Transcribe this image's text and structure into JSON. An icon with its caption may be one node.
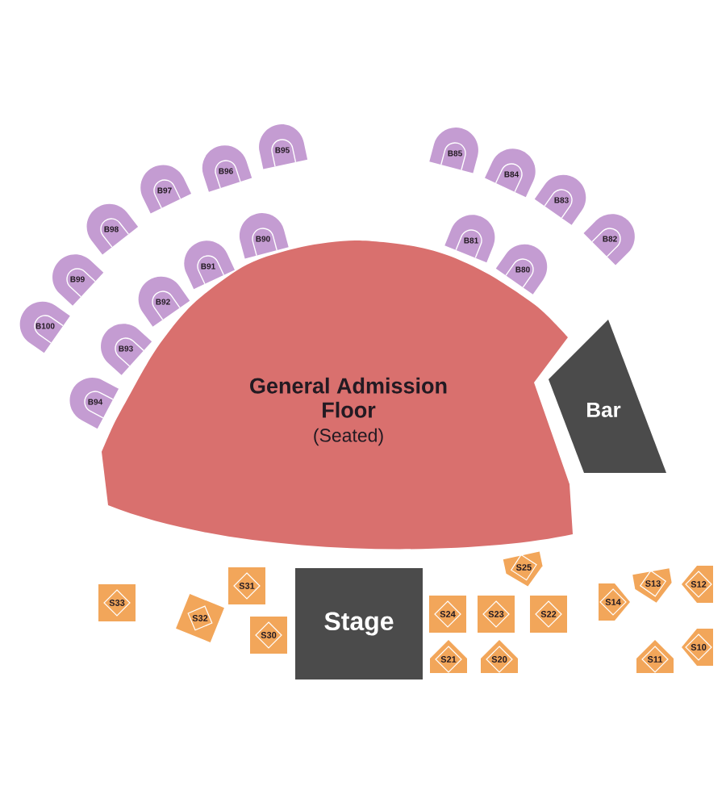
{
  "diagram": {
    "nodes": [
      {
        "text": [
          "B100"
        ]
      },
      {
        "text": [
          "B99"
        ]
      },
      {
        "text": [
          "B98"
        ]
      },
      {
        "text": [
          "B97"
        ]
      },
      {
        "text": [
          "B96"
        ]
      },
      {
        "text": [
          "B95"
        ]
      },
      {
        "text": [
          "B94"
        ]
      },
      {
        "text": [
          "B93"
        ]
      },
      {
        "text": [
          "B92"
        ]
      },
      {
        "text": [
          "B91"
        ]
      },
      {
        "text": [
          "B90"
        ]
      },
      {
        "text": [
          "B85"
        ]
      },
      {
        "text": [
          "B84"
        ]
      },
      {
        "text": [
          "B83"
        ]
      },
      {
        "text": [
          "B82"
        ]
      },
      {
        "text": [
          "B81"
        ]
      },
      {
        "text": [
          "B80"
        ]
      },
      {
        "text": [
          "General Admission Floor",
          "(Seated)"
        ]
      },
      {
        "text": [
          "Bar"
        ]
      },
      {
        "text": [
          "Stage"
        ]
      },
      {
        "text": [
          "S33"
        ]
      },
      {
        "text": [
          "S32"
        ]
      },
      {
        "text": [
          "S31"
        ]
      },
      {
        "text": [
          "S30"
        ]
      },
      {
        "text": [
          "S25"
        ]
      },
      {
        "text": [
          "S24"
        ]
      },
      {
        "text": [
          "S23"
        ]
      },
      {
        "text": [
          "S22"
        ]
      },
      {
        "text": [
          "S21"
        ]
      },
      {
        "text": [
          "S20"
        ]
      },
      {
        "text": [
          "S14"
        ]
      },
      {
        "text": [
          "S13"
        ]
      },
      {
        "text": [
          "S12"
        ]
      },
      {
        "text": [
          "S11"
        ]
      },
      {
        "text": [
          "S10"
        ]
      }
    ]
  }
}
